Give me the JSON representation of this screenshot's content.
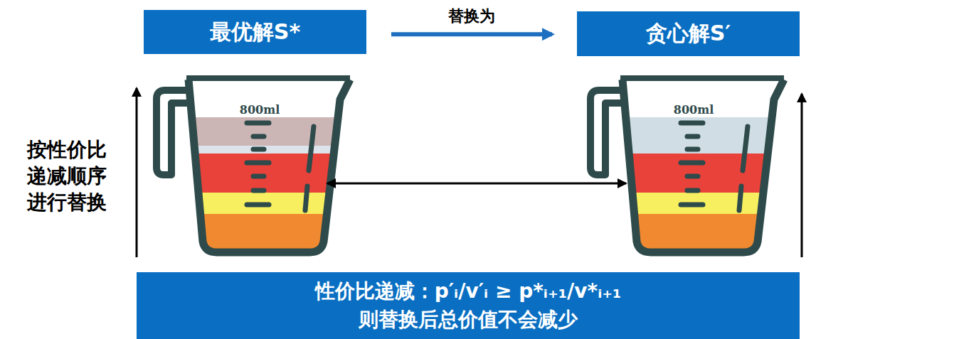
{
  "diagram": {
    "nodes": [
      {
        "text": [
          "最优解S*"
        ]
      },
      {
        "text": [
          "贪心解S′"
        ]
      },
      {
        "text": [
          "800ml"
        ]
      },
      {
        "text": [
          "800ml"
        ]
      },
      {
        "text": [
          "性价比递减：p′ᵢ/v′ᵢ ≥ p*ᵢ₊₁/v*ᵢ₊₁",
          "则替换后总价值不会减少"
        ]
      }
    ],
    "edges": [
      {
        "from": 0,
        "to": 1,
        "arrow": "to",
        "label": "替换为"
      },
      {
        "from": 2,
        "to": 3,
        "arrow": "both"
      }
    ],
    "labels": [
      "按性价比递减顺序进行替换"
    ]
  }
}
